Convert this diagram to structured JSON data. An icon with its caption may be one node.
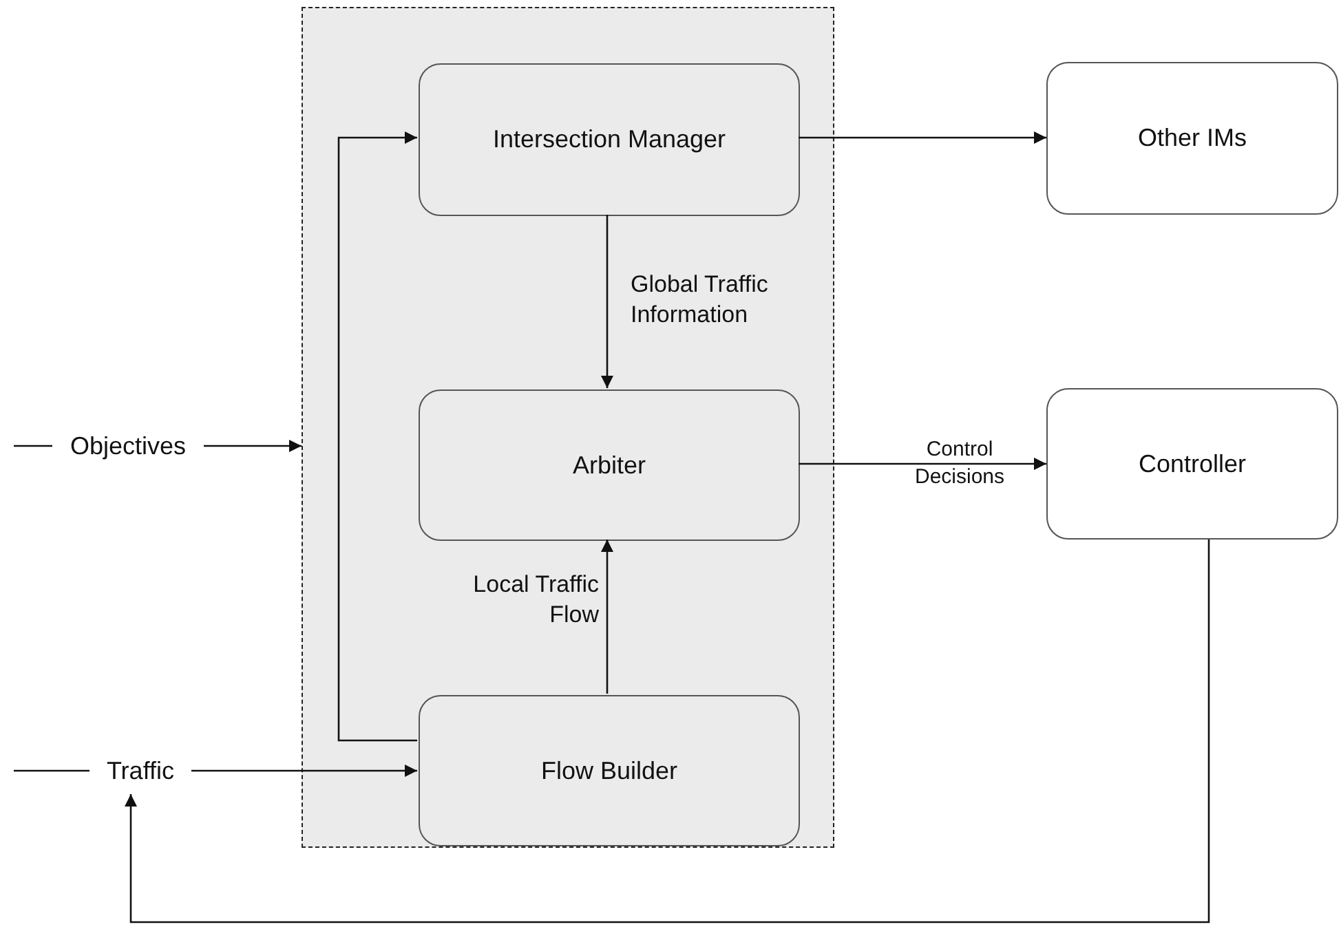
{
  "diagram": {
    "nodes": [
      {
        "text": [],
        "shape": "box"
      },
      {
        "text": [
          "Intersection Manager"
        ],
        "in": 0
      },
      {
        "text": [
          "Arbiter"
        ],
        "in": 0
      },
      {
        "text": [
          "Flow Builder"
        ],
        "in": 0
      },
      {
        "text": [
          "Other IMs"
        ]
      },
      {
        "text": [
          "Controller"
        ]
      },
      {
        "text": [
          "Objectives"
        ]
      },
      {
        "text": [
          "Traffic"
        ]
      }
    ],
    "edges": [
      {
        "from": 1,
        "to": 4,
        "arrow": "to"
      },
      {
        "from": 1,
        "to": 2,
        "arrow": "to",
        "label": "Global Traffic Information"
      },
      {
        "from": 3,
        "to": 2,
        "arrow": "to",
        "label": "Local Traffic Flow"
      },
      {
        "from": 3,
        "to": 1,
        "arrow": "to"
      },
      {
        "from": 2,
        "to": 5,
        "arrow": "to",
        "label": "Control Decisions"
      },
      {
        "from": 6,
        "to": 0,
        "arrow": "to"
      },
      {
        "from": 7,
        "to": 3,
        "arrow": "to"
      },
      {
        "from": 5,
        "to": 7,
        "arrow": "to"
      },
      {
        "from": null,
        "to": 6,
        "arrow": "none"
      },
      {
        "from": null,
        "to": 7,
        "arrow": "none"
      }
    ]
  }
}
